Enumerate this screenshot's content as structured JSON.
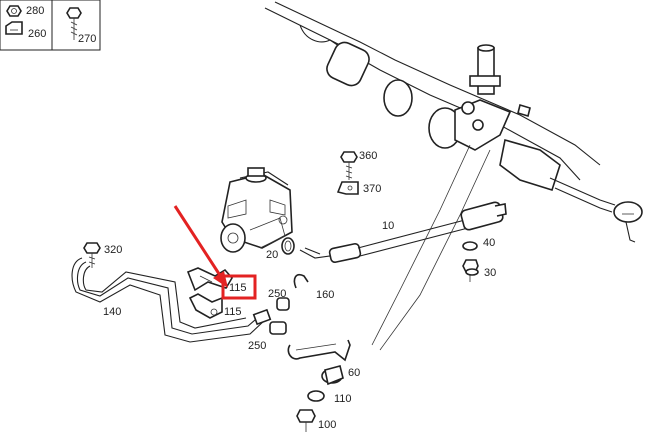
{
  "labels": {
    "l280": "280",
    "l260": "260",
    "l270": "270",
    "l360": "360",
    "l370": "370",
    "l10": "10",
    "l40": "40",
    "l30": "30",
    "l320": "320",
    "l20": "20",
    "l115_highlight": "115",
    "l115": "115",
    "l250_top": "250",
    "l160": "160",
    "l140": "140",
    "l250_bottom": "250",
    "l60": "60",
    "l110": "110",
    "l100": "100"
  },
  "colors": {
    "highlight": "#e32222",
    "ink": "#222222"
  }
}
